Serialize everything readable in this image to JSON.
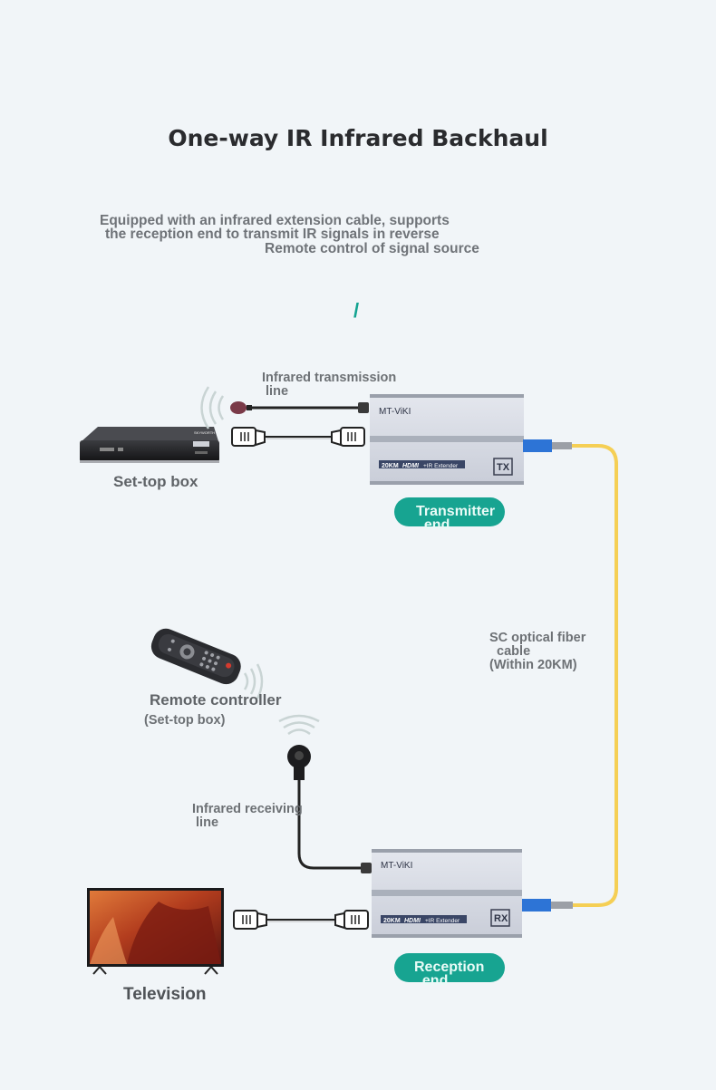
{
  "title": "One-way IR Infrared Backhaul",
  "description": {
    "line1": "Equipped with an infrared extension cable, supports",
    "line2": "the reception end to transmit IR signals in reverse",
    "line3": "Remote control of signal source"
  },
  "slash": "/",
  "labels": {
    "ir_transmission_line": "Infrared transmission\n line",
    "set_top_box": "Set-top box",
    "transmitter_end": "Transmitter\n  end",
    "sc_fiber_cable": "SC optical fiber\n  cable\n(Within 20KM)",
    "remote_controller": "Remote controller",
    "remote_controller_sub": "(Set-top box)",
    "ir_receiving_line": "Infrared receiving\n line",
    "television": "Television",
    "reception_end": "Reception\n  end"
  },
  "devices": {
    "brand": "MT-ViKI",
    "badge_20km": "20KM",
    "hdmi_logo": "HDMI",
    "extender_text": "+IR Extender",
    "tx_label": "TX",
    "rx_label": "RX",
    "set_top_box_brand": "SKYWORTH"
  },
  "colors": {
    "accent_teal": "#17a491",
    "fiber_yellow": "#f5cf55",
    "sc_connector_blue": "#2d74d6",
    "extender_body": "#d9dde6"
  }
}
